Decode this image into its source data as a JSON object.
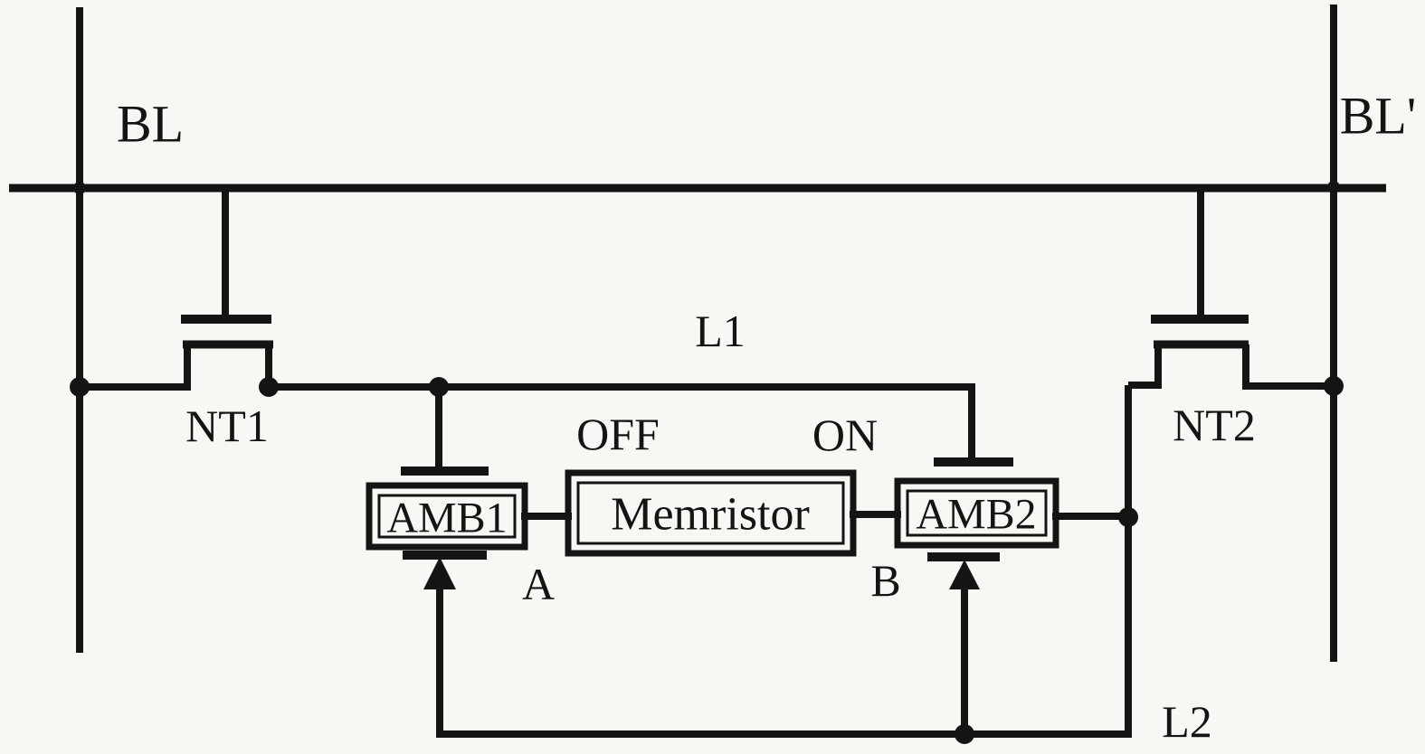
{
  "diagram": {
    "type": "circuit-schematic",
    "description": "Memristor-based differential memory cell between bit lines"
  },
  "labels": {
    "bitline_left": "BL",
    "bitline_right": "BL'",
    "transistor_left": "NT1",
    "transistor_right": "NT2",
    "line1": "L1",
    "line2": "L2",
    "state_off": "OFF",
    "state_on": "ON",
    "terminal_a": "A",
    "terminal_b": "B",
    "box_amb1": "AMB1",
    "box_memristor": "Memristor",
    "box_amb2": "AMB2"
  },
  "colors": {
    "ink": "#141414",
    "background": "#f7f7f4"
  }
}
